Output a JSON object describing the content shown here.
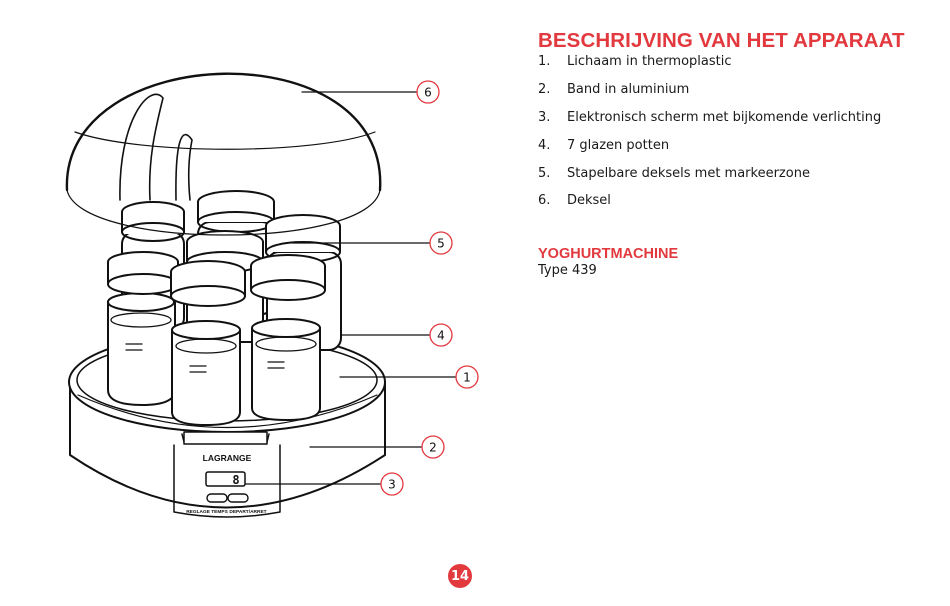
{
  "title": "BESCHRIJVING VAN HET APPARAAT",
  "parts": [
    {
      "num": "1.",
      "label": "Lichaam in thermoplastic"
    },
    {
      "num": "2.",
      "label": "Band in aluminium"
    },
    {
      "num": "3.",
      "label": "Elektronisch scherm met bijkomende verlichting"
    },
    {
      "num": "4.",
      "label": "7 glazen potten"
    },
    {
      "num": "5.",
      "label": "Stapelbare deksels met markeerzone"
    },
    {
      "num": "6.",
      "label": "Deksel"
    }
  ],
  "product_heading": "YOGHURTMACHINE",
  "model": "Type 439",
  "figure": {
    "brand": "LAGRANGE",
    "display_digit": "8",
    "button_left": "REGLAGE TEMPS",
    "button_right": "DEPART/ARRET",
    "callouts": [
      "6",
      "5",
      "4",
      "1",
      "2",
      "3"
    ]
  },
  "page_number": "14",
  "colors": {
    "accent": "#e2393f",
    "text": "#1a1a1a",
    "line": "#111111"
  }
}
